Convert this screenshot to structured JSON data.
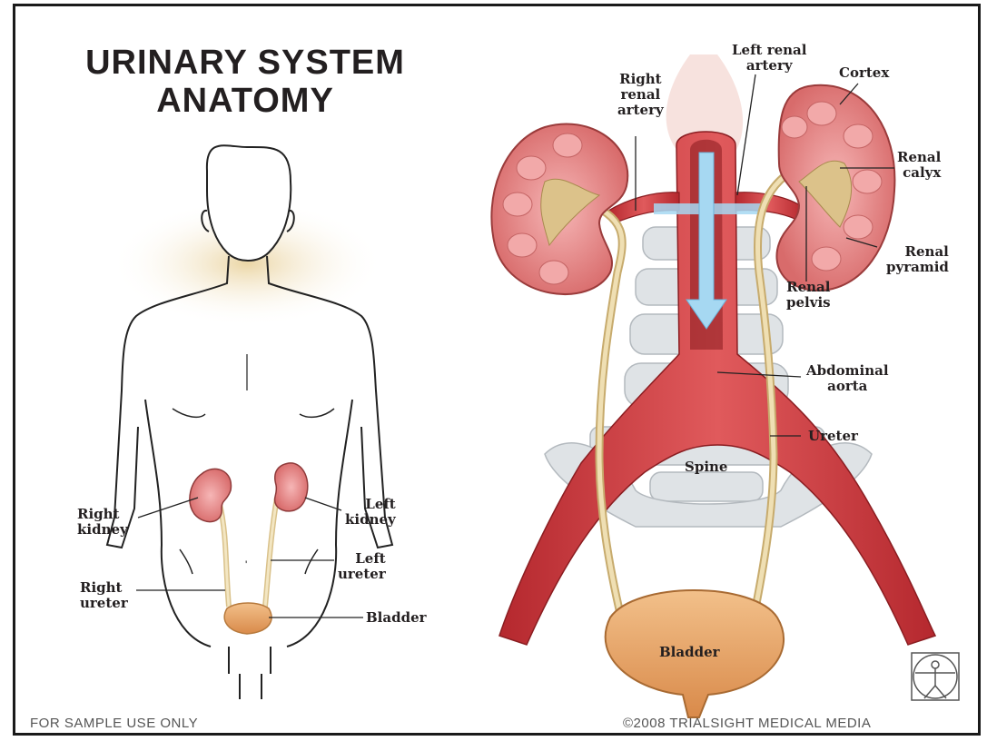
{
  "title": [
    "URINARY SYSTEM",
    "ANATOMY"
  ],
  "body_labels": {
    "right_kidney": [
      "Right",
      "kidney"
    ],
    "left_kidney": [
      "Left",
      "kidney"
    ],
    "left_ureter": [
      "Left",
      "ureter"
    ],
    "right_ureter": [
      "Right",
      "ureter"
    ],
    "bladder": "Bladder"
  },
  "detail_labels": {
    "right_renal_artery": [
      "Right",
      "renal",
      "artery"
    ],
    "left_renal_artery": [
      "Left renal",
      "artery"
    ],
    "cortex": "Cortex",
    "renal_calyx": [
      "Renal",
      "calyx"
    ],
    "renal_pyramid": [
      "Renal",
      "pyramid"
    ],
    "renal_pelvis": [
      "Renal",
      "pelvis"
    ],
    "abdominal_aorta": [
      "Abdominal",
      "aorta"
    ],
    "ureter": "Ureter",
    "spine": "Spine",
    "bladder": "Bladder"
  },
  "footer": {
    "left": "FOR SAMPLE USE ONLY",
    "right": "©2008 TRIALSIGHT MEDICAL MEDIA"
  },
  "colors": {
    "kidney": "#e07f7f",
    "artery": "#c8363a",
    "ureter": "#e6d3a3",
    "bladder": "#e9a86e",
    "spine": "#d9dde0",
    "flow_arrow": "#a6d8f2"
  },
  "icons": [
    "vitruvian-logo-icon"
  ]
}
